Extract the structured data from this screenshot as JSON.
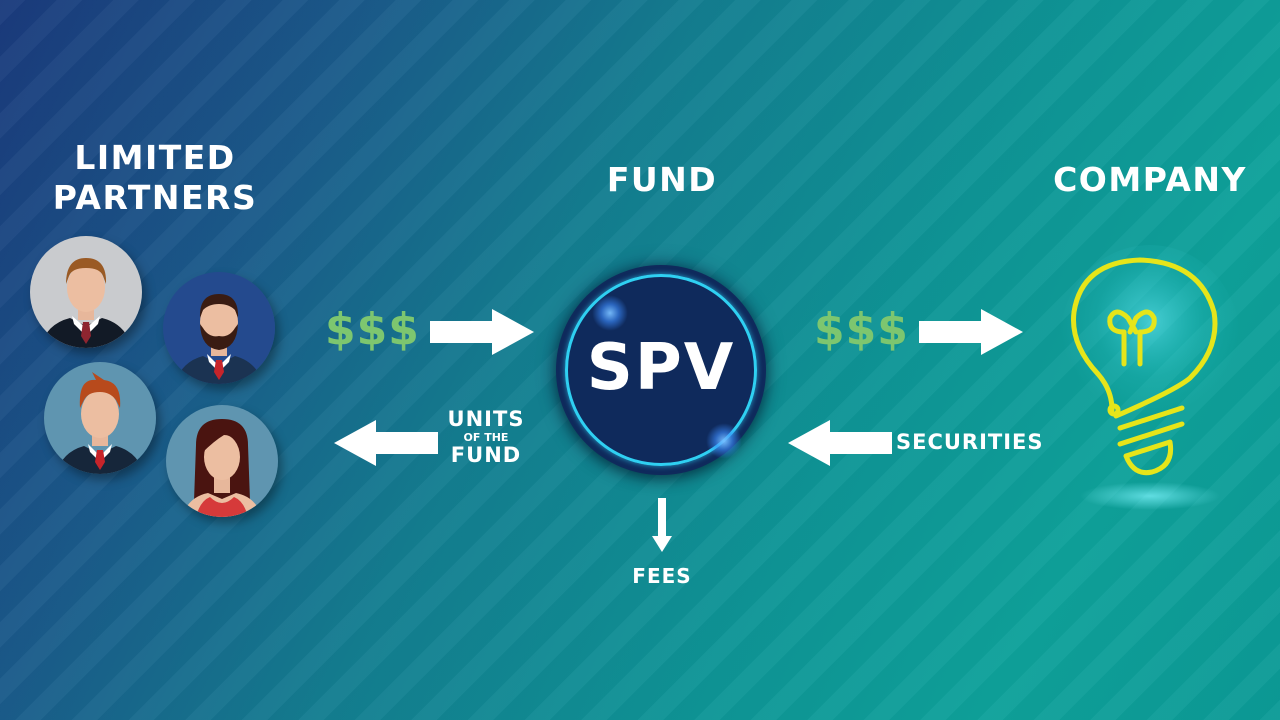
{
  "diagram": {
    "nodes": {
      "limited_partners": {
        "title_line1": "LIMITED",
        "title_line2": "PARTNERS"
      },
      "fund": {
        "title": "FUND",
        "badge": "SPV"
      },
      "company": {
        "title": "COMPANY",
        "icon": "lightbulb-icon"
      }
    },
    "flows": {
      "lp_to_fund": {
        "label": "$$$",
        "direction": "right"
      },
      "fund_to_lp": {
        "label_line1": "UNITS",
        "label_line2": "OF THE",
        "label_line3": "FUND",
        "direction": "left"
      },
      "fund_to_company": {
        "label": "$$$",
        "direction": "right"
      },
      "company_to_fund": {
        "label": "SECURITIES",
        "direction": "left"
      },
      "fund_fees": {
        "label": "FEES",
        "direction": "down"
      }
    },
    "avatars": [
      {
        "name": "man-brown-hair",
        "bg": "#c9cbce"
      },
      {
        "name": "man-beard",
        "bg": "#244a8e"
      },
      {
        "name": "man-red-hair",
        "bg": "#5f95b0"
      },
      {
        "name": "woman-long-hair",
        "bg": "#5f95b0"
      }
    ],
    "colors": {
      "background_start": "#1a3a7c",
      "background_end": "#0ea19a",
      "money": "#7dc66f",
      "spv_fill": "#0f2a5c",
      "spv_ring": "#2fd0f2",
      "bulb": "#e6e51a"
    }
  }
}
